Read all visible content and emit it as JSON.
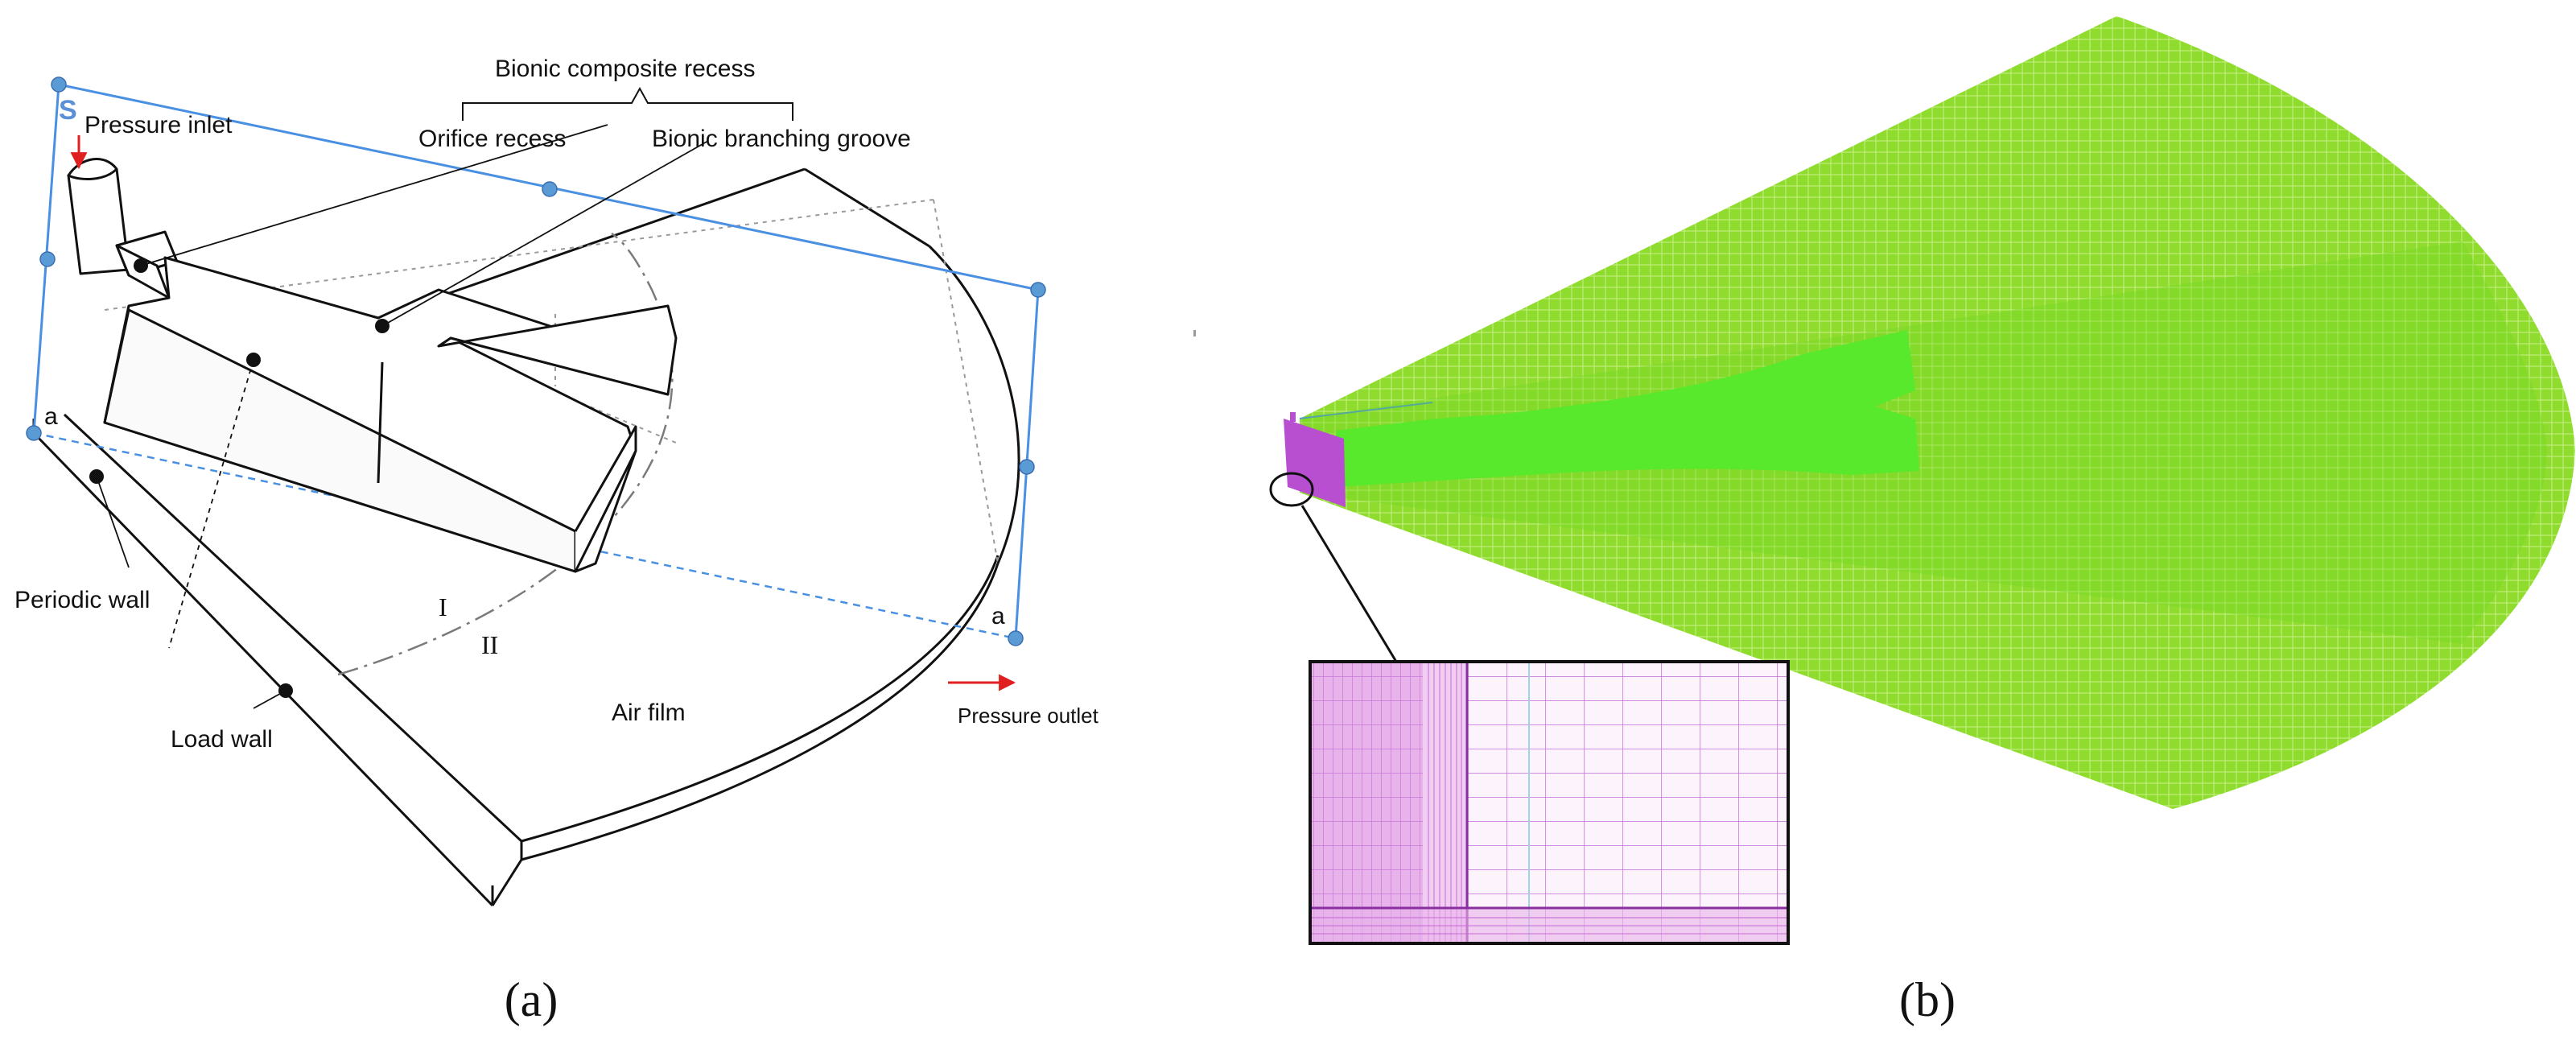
{
  "colors": {
    "outline": "#111111",
    "hidden": "#9a9a9a",
    "frame": "#4a90e2",
    "node": "#5b9bd5",
    "arrow": "#e02020",
    "mesh_green": "#8fdc2e",
    "mesh_green_light": "#6cd61e",
    "recess_green": "#58e82c",
    "mesh_magenta": "#b84fd1",
    "mesh_magenta_light": "#e8b3ea",
    "mesh_line": "#c36bd4"
  },
  "panel_a": {
    "caption": "(a)",
    "labels": {
      "bionic_composite_recess": "Bionic composite recess",
      "pressure_inlet": "Pressure inlet",
      "orifice_recess": "Orifice recess",
      "bionic_branching_groove": "Bionic branching groove",
      "periodic_wall": "Periodic wall",
      "load_wall": "Load wall",
      "air_film": "Air film",
      "pressure_outlet": "Pressure outlet",
      "point_a_left": "a",
      "point_a_right": "a",
      "region_I": "I",
      "region_II": "II",
      "axis_s": "S"
    },
    "icons": [
      "pressure-inlet-arrow-icon",
      "pressure-outlet-arrow-icon"
    ]
  },
  "panel_b": {
    "caption": "(b)"
  }
}
